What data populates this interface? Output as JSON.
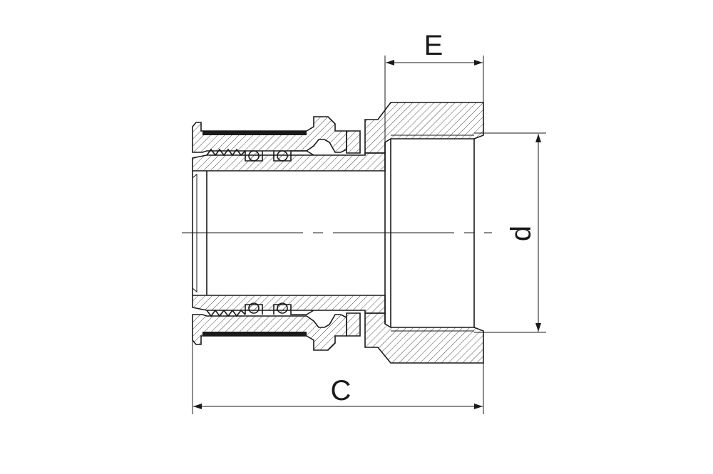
{
  "diagram": {
    "dimension_labels": {
      "overall_length": "C",
      "nut_length": "E",
      "thread_diameter": "d"
    },
    "colors": {
      "line": "#1a1a1a",
      "background": "#ffffff"
    }
  }
}
